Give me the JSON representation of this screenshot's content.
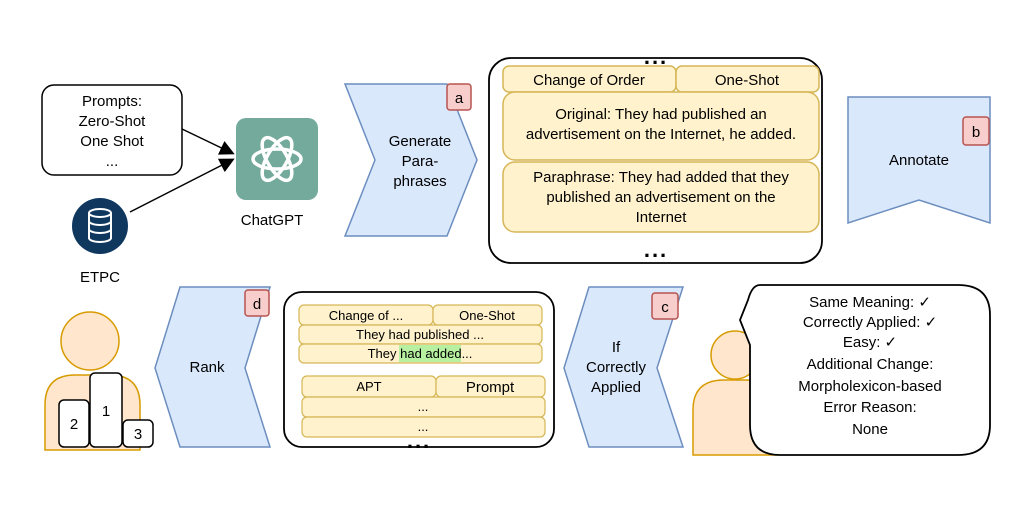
{
  "prompts_box": {
    "lines": [
      "Prompts:",
      "Zero-Shot",
      "One Shot",
      "..."
    ]
  },
  "etpc": {
    "label": "ETPC"
  },
  "chatgpt": {
    "label": "ChatGPT"
  },
  "generate": {
    "lines": [
      "Generate",
      "Para-",
      "phrases"
    ],
    "badge": "a"
  },
  "annotate": {
    "label": "Annotate",
    "badge": "b"
  },
  "if_applied": {
    "lines": [
      "If",
      "Correctly",
      "Applied"
    ],
    "badge": "c"
  },
  "rank": {
    "label": "Rank",
    "badge": "d"
  },
  "example_box": {
    "ellipsis_top": "...",
    "ellipsis_bottom": "...",
    "header_left": "Change of Order",
    "header_right": "One-Shot",
    "original_lines": [
      "Original: They had published an",
      "advertisement on the Internet, he added."
    ],
    "paraphrase_lines": [
      "Paraphrase: They had added that they",
      "published an advertisement on the",
      "Internet"
    ]
  },
  "ranking_box": {
    "header_left": "Change of ...",
    "header_right": "One-Shot",
    "row1": "They had published ...",
    "row2_prefix": "They ",
    "row2_highlight": "had added",
    "row2_suffix": "...",
    "apt_label": "APT",
    "prompt_label": "Prompt",
    "row_dots_1": "...",
    "row_dots_2": "...",
    "ellipsis_bottom": "..."
  },
  "annotation_box": {
    "lines": [
      "Same Meaning: ✓",
      "Correctly Applied: ✓",
      "Easy: ✓",
      "Additional Change:",
      "Morpholexicon-based",
      "Error Reason:",
      "None"
    ]
  },
  "podium": {
    "first": "1",
    "second": "2",
    "third": "3"
  },
  "colors": {
    "chevron_fill": "#dae8fc",
    "chevron_stroke": "#6c8ebf",
    "badge_fill": "#f8cecc",
    "badge_stroke": "#b85450",
    "yellow_fill": "#fff2cc",
    "yellow_stroke": "#d6b656",
    "person_fill": "#ffe6cc",
    "person_stroke": "#d79b00",
    "etpc_fill": "#10375e",
    "chatgpt_fill": "#74aa9c",
    "highlight": "#b7f0a0"
  }
}
